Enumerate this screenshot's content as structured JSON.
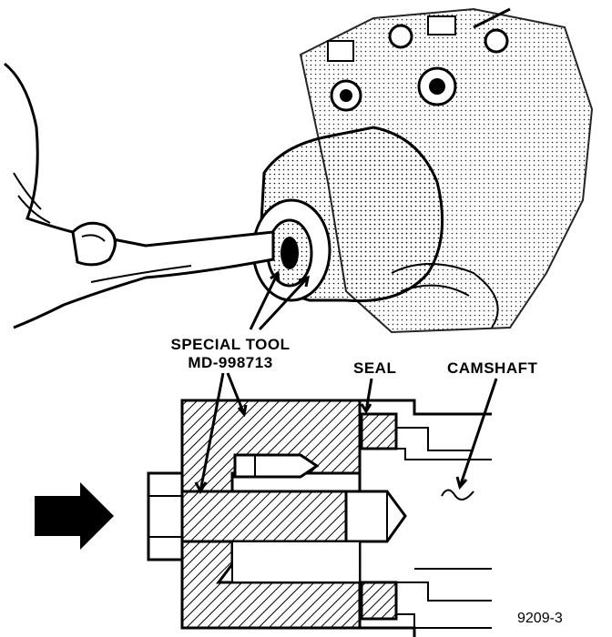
{
  "labels": {
    "special_tool_line1": "SPECIAL TOOL",
    "special_tool_line2": "MD-998713",
    "seal": "SEAL",
    "camshaft": "CAMSHAFT",
    "figure_number": "9209-3"
  },
  "colors": {
    "ink": "#000000",
    "paper": "#ffffff"
  }
}
